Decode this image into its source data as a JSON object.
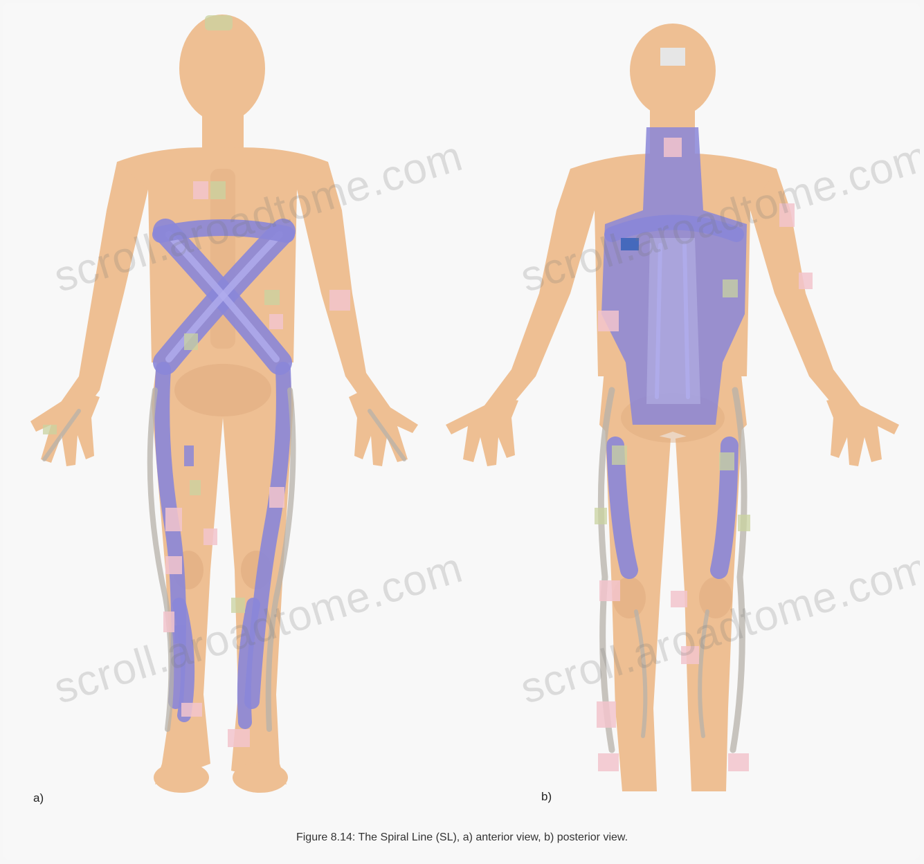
{
  "figure": {
    "panel_a_label": "a)",
    "panel_b_label": "b)",
    "caption": "Figure 8.14: The Spiral Line (SL), a) anterior view, b) posterior view."
  },
  "watermark": {
    "text": "scroll.aroadtome.com"
  },
  "colors": {
    "background": "#f8f8f8",
    "skin": "#eebf93",
    "skin_shadow": "#d9a67a",
    "fascia_line": "#8a86d8",
    "fascia_highlight": "#a9a6ea",
    "fascia_dark": "#5d5fc4",
    "attachment_pink": "#f2c4cc",
    "attachment_green": "#c9d3a0",
    "grey_band": "#b9b5b0"
  },
  "icons": [
    "anterior-body-figure",
    "posterior-body-figure"
  ]
}
